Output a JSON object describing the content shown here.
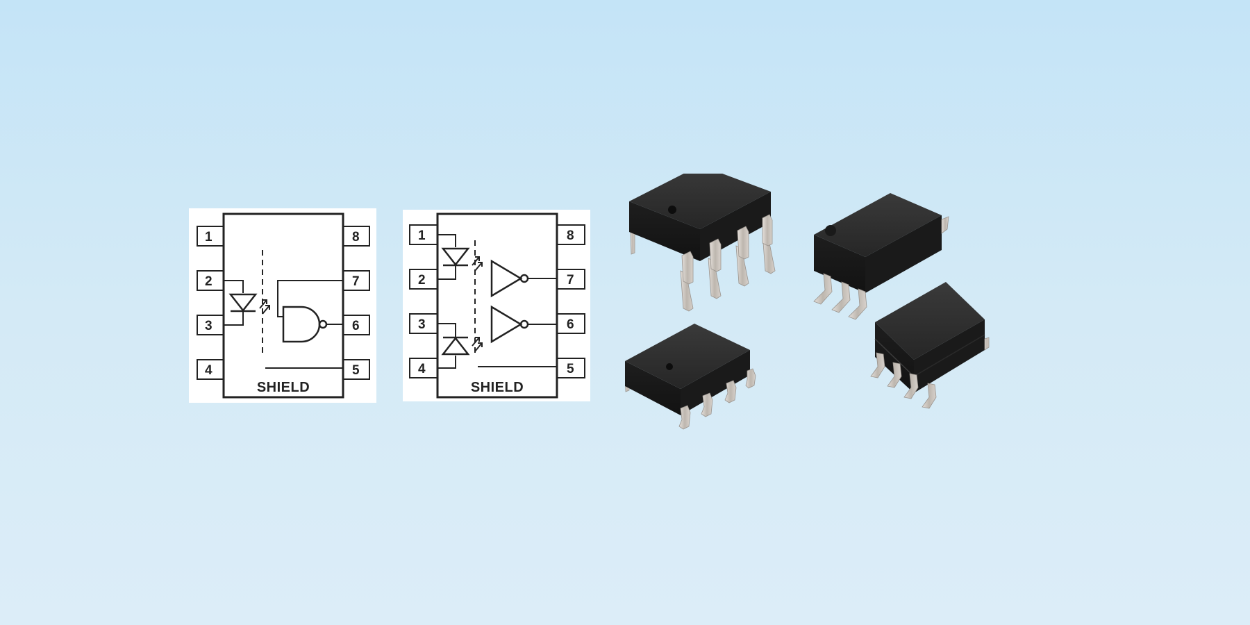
{
  "diagrams": [
    {
      "pins_left": [
        "1",
        "2",
        "3",
        "4"
      ],
      "pins_right": [
        "8",
        "7",
        "6",
        "5"
      ],
      "shield_label": "SHIELD"
    },
    {
      "pins_left": [
        "1",
        "2",
        "3",
        "4"
      ],
      "pins_right": [
        "8",
        "7",
        "6",
        "5"
      ],
      "shield_label": "SHIELD"
    }
  ],
  "colors": {
    "background_top": "#c4e4f7",
    "background_bottom": "#dcedf8",
    "line": "#222222",
    "chip_body": "#2c2c2c",
    "lead": "#c9c3bd"
  }
}
